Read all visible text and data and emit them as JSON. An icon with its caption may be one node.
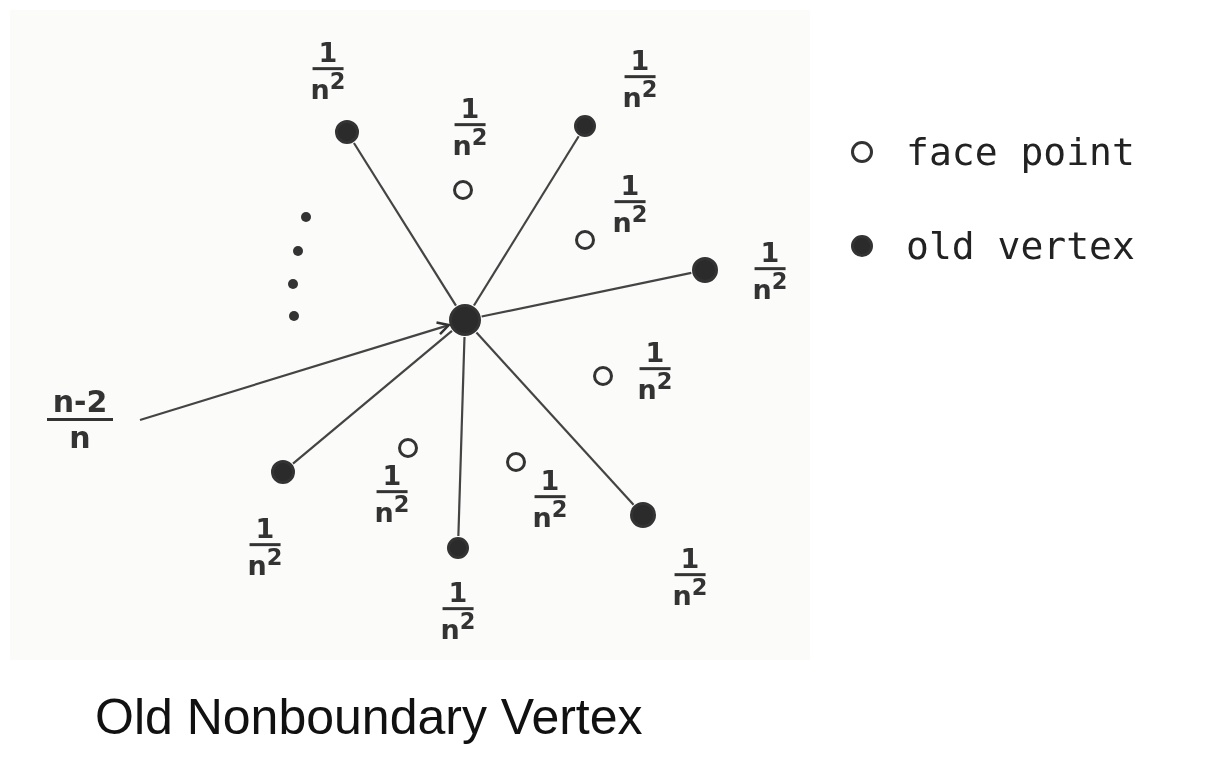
{
  "diagram": {
    "caption": "Old Nonboundary Vertex",
    "nodes": [
      {
        "text": [],
        "shape": "circle"
      },
      {
        "text": [],
        "shape": "circle",
        "beside": [
          "1",
          "n$^{2}$"
        ]
      },
      {
        "text": [],
        "shape": "circle",
        "beside": [
          "1",
          "n$^{2}$"
        ]
      },
      {
        "text": [],
        "shape": "circle",
        "beside": [
          "1",
          "n$^{2}$"
        ]
      },
      {
        "text": [],
        "shape": "circle",
        "beside": [
          "1",
          "n$^{2}$"
        ]
      },
      {
        "text": [],
        "shape": "circle",
        "beside": [
          "1",
          "n$^{2}$"
        ]
      },
      {
        "text": [],
        "shape": "circle",
        "beside": [
          "1",
          "n$^{2}$"
        ]
      },
      {
        "text": [],
        "shape": "circle",
        "beside": [
          "1",
          "n$^{2}$"
        ]
      },
      {
        "text": [],
        "shape": "circle",
        "beside": [
          "1",
          "n$^{2}$"
        ]
      },
      {
        "text": [],
        "shape": "circle",
        "beside": [
          "1",
          "n$^{2}$"
        ]
      },
      {
        "text": [],
        "shape": "circle",
        "beside": [
          "1",
          "n$^{2}$"
        ]
      },
      {
        "text": [],
        "shape": "circle",
        "beside": [
          "1",
          "n$^{2}$"
        ]
      },
      {
        "text": [
          "n-2",
          "n"
        ]
      }
    ],
    "edges": [
      {
        "from": 0,
        "to": 1,
        "arrow": "none"
      },
      {
        "from": 0,
        "to": 2,
        "arrow": "none"
      },
      {
        "from": 0,
        "to": 3,
        "arrow": "none"
      },
      {
        "from": 0,
        "to": 4,
        "arrow": "none"
      },
      {
        "from": 0,
        "to": 5,
        "arrow": "none"
      },
      {
        "from": 0,
        "to": 6,
        "arrow": "none"
      },
      {
        "from": 12,
        "to": 0,
        "arrow": "to"
      }
    ],
    "legend": [
      {
        "text": "face point"
      },
      {
        "text": "old vertex"
      }
    ]
  }
}
